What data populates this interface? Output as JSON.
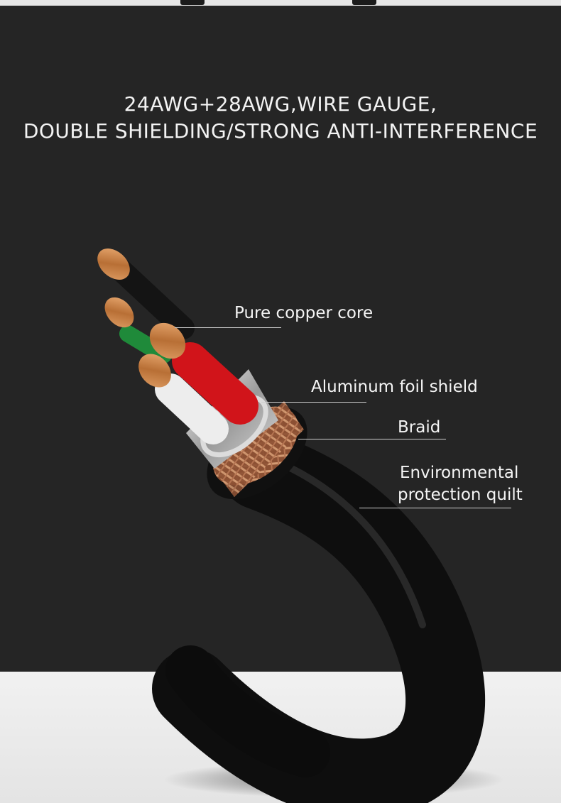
{
  "headline": {
    "line1": "24AWG+28AWG,WIRE GAUGE,",
    "line2": "DOUBLE SHIELDING/STRONG ANTI-INTERFERENCE"
  },
  "callouts": {
    "copper_core": "Pure copper core",
    "foil_shield": "Aluminum foil shield",
    "braid": "Braid",
    "jacket_line1": "Environmental",
    "jacket_line2": "protection quilt"
  },
  "colors": {
    "background_dark": "#252525",
    "background_light": "#e9e9e9",
    "cable_jacket": "#111111",
    "copper": "#c98a4e",
    "braid": "#a86a45",
    "foil": "#c9c9c9",
    "wire_red": "#d1141a",
    "wire_green": "#1f8a3a",
    "wire_white": "#eeeeee"
  }
}
